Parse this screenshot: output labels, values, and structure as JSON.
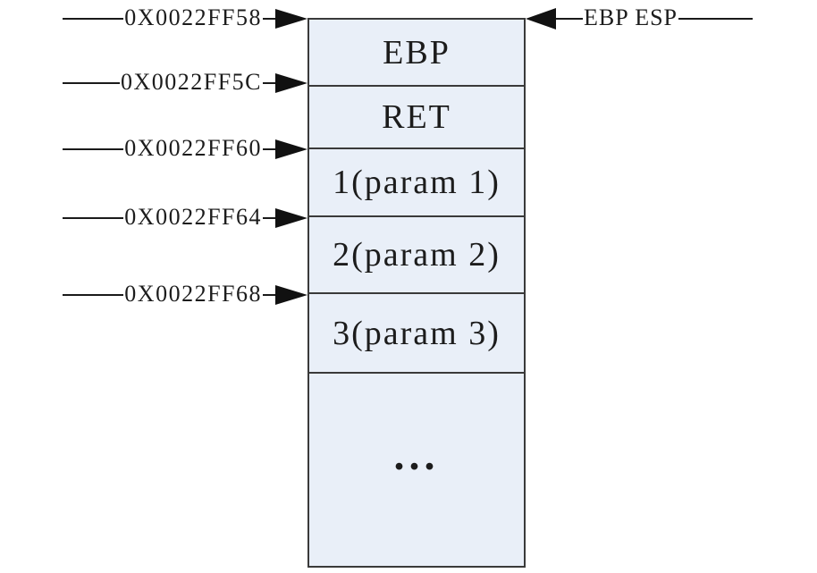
{
  "diagram": {
    "addresses": [
      {
        "label": "0X0022FF58"
      },
      {
        "label": "0X0022FF5C"
      },
      {
        "label": "0X0022FF60"
      },
      {
        "label": "0X0022FF64"
      },
      {
        "label": "0X0022FF68"
      }
    ],
    "stack": {
      "cells": [
        {
          "label": "EBP"
        },
        {
          "label": "RET"
        },
        {
          "label": "1(param 1)"
        },
        {
          "label": "2(param 2)"
        },
        {
          "label": "3(param 3)"
        },
        {
          "label": "..."
        }
      ]
    },
    "pointer": {
      "label": "EBP ESP"
    },
    "colors": {
      "cell_fill": "#e9eff8",
      "border": "#3a3a3a",
      "arrow": "#111111",
      "text": "#1c1c1c",
      "background": "#ffffff"
    }
  }
}
